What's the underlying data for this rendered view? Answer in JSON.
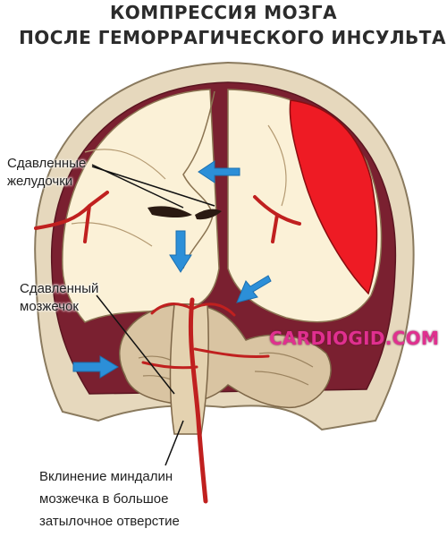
{
  "title": {
    "line1": "КОМПРЕССИЯ МОЗГА",
    "line2": "ПОСЛЕ ГЕМОРРАГИЧЕСКОГО ИНСУЛЬТА"
  },
  "labels": {
    "ventricles": [
      "Сдавленные",
      "желудочки"
    ],
    "cerebellum": [
      "Сдавленный",
      "мозжечок"
    ],
    "herniation": [
      "Вклинение миндалин",
      "мозжечка в большое",
      "затылочное отверстие"
    ]
  },
  "watermark": "CARDIOGID.COM",
  "colors": {
    "skull": "#e8dcc4",
    "brain": "#fbf1d7",
    "hematoma": "#ee1b24",
    "vessel": "#c0201f",
    "arrow": "#2c8fd8",
    "cerebellum": "#d9c4a2"
  }
}
